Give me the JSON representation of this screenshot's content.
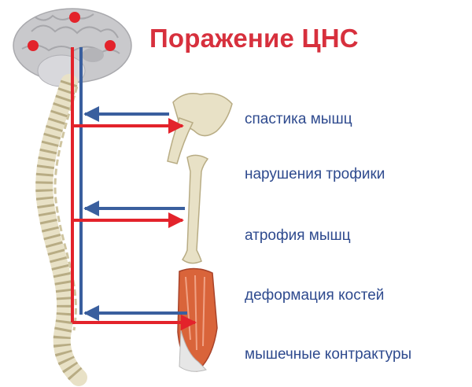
{
  "title": "Поражение ЦНС",
  "labels": [
    "спастика мышц",
    "нарушения трофики",
    "атрофия мышц",
    "деформация костей",
    "мышечные контрактуры"
  ],
  "colors": {
    "efferent": "#e3232b",
    "afferent": "#3a5f9e",
    "title": "#d7303d",
    "label": "#2e4a8e",
    "bone": "#e8e1c6",
    "brain": "#c9c9cc",
    "muscle": "#d9643a"
  }
}
